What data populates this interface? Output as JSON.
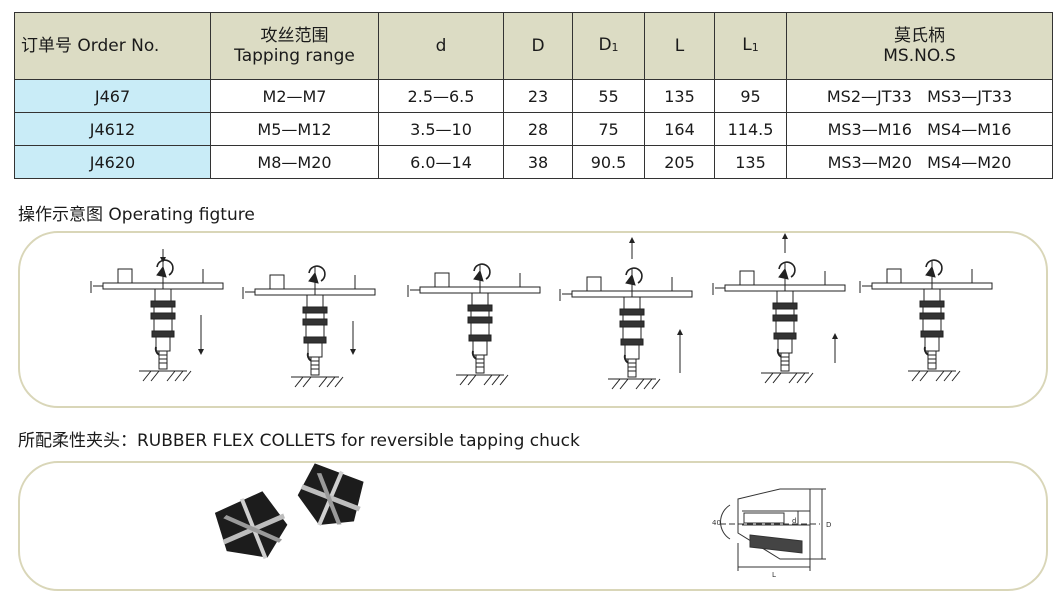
{
  "table": {
    "headers": {
      "order": "订单号 Order No.",
      "range_cn": "攻丝范围",
      "range_en": "Tapping range",
      "d": "d",
      "D": "D",
      "D1_base": "D",
      "D1_sub": "1",
      "L": "L",
      "L1_base": "L",
      "L1_sub": "1",
      "ms_cn": "莫氏柄",
      "ms_en": "MS.NO.S"
    },
    "rows": [
      {
        "order": "J467",
        "range": "M2—M7",
        "d": "2.5—6.5",
        "D": "23",
        "D1": "55",
        "L": "135",
        "L1": "95",
        "ms": "MS2—JT33   MS3—JT33"
      },
      {
        "order": "J4612",
        "range": "M5—M12",
        "d": "3.5—10",
        "D": "28",
        "D1": "75",
        "L": "164",
        "L1": "114.5",
        "ms": "MS3—M16   MS4—M16"
      },
      {
        "order": "J4620",
        "range": "M8—M20",
        "d": "6.0—14",
        "D": "38",
        "D1": "90.5",
        "L": "205",
        "L1": "135",
        "ms": "MS3—M20   MS4—M20"
      }
    ]
  },
  "operating": {
    "caption": "操作示意图 Operating figture"
  },
  "collets": {
    "caption": "所配柔性夹头：RUBBER FLEX COLLETS for reversible tapping chuck",
    "drawing_labels": {
      "angle": "40",
      "d": "d",
      "D": "D",
      "L": "L"
    }
  },
  "colors": {
    "header_bg": "#dcdcc4",
    "order_col_bg": "#c9ecf7",
    "box_border": "#d9d6b8"
  }
}
